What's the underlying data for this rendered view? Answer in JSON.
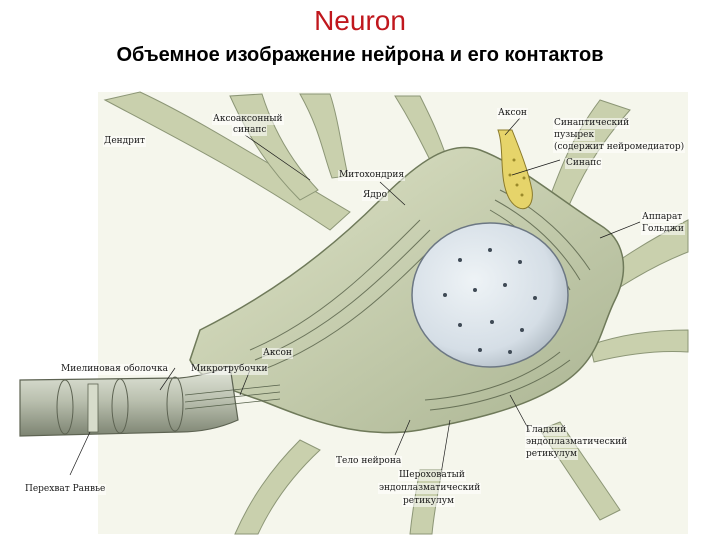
{
  "header": {
    "title": "Neuron",
    "subtitle": "Объемное изображение нейрона и его контактов"
  },
  "colors": {
    "title": "#c0171d",
    "tissue": "#cfd6b4",
    "tissue_shadow": "#8f9a76",
    "nucleus": "#dbe4ea",
    "synapse": "#e8d870"
  },
  "labels": {
    "dendrite": "Дендрит",
    "axoaxonal_synapse_l1": "Аксоаксонный",
    "axoaxonal_synapse_l2": "синапс",
    "axon_top": "Аксон",
    "synaptic_vesicle_l1": "Синаптический",
    "synaptic_vesicle_l2": "пузырек",
    "synaptic_vesicle_l3": "(содержит нейромедиатор)",
    "synapse": "Синапс",
    "mitochondria": "Митохондрия",
    "nucleus": "Ядро",
    "golgi_l1": "Аппарат",
    "golgi_l2": "Гольджи",
    "axon_mid": "Аксон",
    "myelin_sheath": "Миелиновая оболочка",
    "microtubules": "Микротрубочки",
    "smooth_er_l1": "Гладкий",
    "smooth_er_l2": "эндоплазматический",
    "smooth_er_l3": "ретикулум",
    "neuron_body": "Тело нейрона",
    "ranvier_node": "Перехват Ранвье",
    "rough_er_l1": "Шероховатый",
    "rough_er_l2": "эндоплазматический",
    "rough_er_l3": "ретикулум"
  }
}
